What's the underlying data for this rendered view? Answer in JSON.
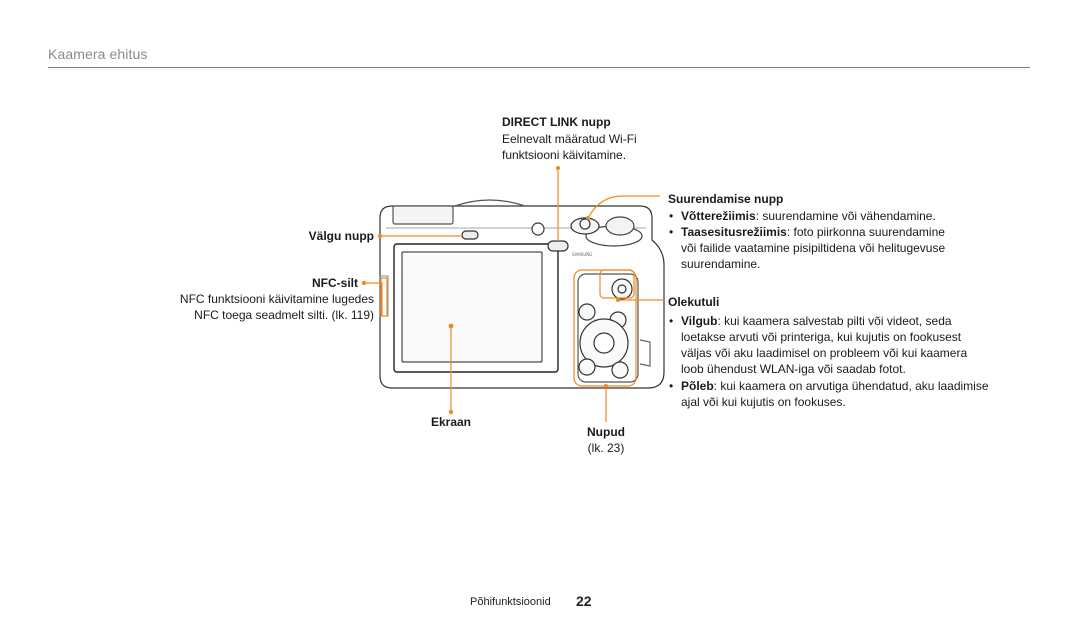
{
  "header": {
    "title": "Kaamera ehitus"
  },
  "callouts": {
    "direct_link": {
      "title": "DIRECT LINK nupp",
      "lines": [
        "Eelnevalt määratud Wi-Fi",
        "funktsiooni käivitamine."
      ]
    },
    "zoom": {
      "title": "Suurendamise nupp",
      "bullets": [
        {
          "term": "Võtterežiimis",
          "text": ": suurendamine või vähendamine."
        },
        {
          "term": "Taasesitusrežiimis",
          "text": ": foto piirkonna suurendamine"
        }
      ],
      "continuation": [
        "või failide vaatamine pisipiltidena või helitugevuse",
        "suurendamine."
      ]
    },
    "light_button": {
      "title": "Välgu nupp"
    },
    "nfc": {
      "title": "NFC-silt",
      "lines": [
        "NFC funktsiooni käivitamine lugedes",
        "NFC toega seadmelt silti. (lk. 119)"
      ]
    },
    "status_lamp": {
      "title": "Olekutuli",
      "blink": {
        "term": "Vilgub",
        "lines": [
          ": kui kaamera salvestab pilti või videot, seda",
          "loetakse arvuti või printeriga, kui kujutis on fookusest",
          "väljas või aku laadimisel on probleem või kui kaamera",
          "loob ühendust WLAN-iga või saadab fotot."
        ]
      },
      "on": {
        "term": "Põleb",
        "lines": [
          ": kui kaamera on arvutiga ühendatud, aku laadimise",
          "ajal või kui kujutis on fookuses."
        ]
      }
    },
    "screen": {
      "title": "Ekraan"
    },
    "buttons": {
      "title": "Nupud",
      "ref": "(lk. 23)"
    }
  },
  "camera": {
    "brand_mark": "SAMSUNG",
    "leader_color": "#f08a24",
    "body_color": "#ffffff",
    "outline_color": "#333333"
  },
  "footer": {
    "section": "Põhifunktsioonid",
    "page": "22"
  }
}
